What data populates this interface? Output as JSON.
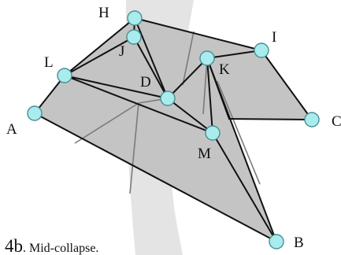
{
  "figure": {
    "caption_number": "4b",
    "caption_text": ". Mid-collapse."
  },
  "colors": {
    "band": "#e4e4e4",
    "face": "#c4c4c4",
    "edge": "#111111",
    "inner_edge": "#7a7a7a",
    "node_fill": "#a9ecee",
    "node_stroke": "#4a8f93"
  },
  "vertices": [
    {
      "id": "H",
      "label": "H"
    },
    {
      "id": "J",
      "label": "J"
    },
    {
      "id": "I",
      "label": "I"
    },
    {
      "id": "K",
      "label": "K"
    },
    {
      "id": "L",
      "label": "L"
    },
    {
      "id": "D",
      "label": "D"
    },
    {
      "id": "A",
      "label": "A"
    },
    {
      "id": "M",
      "label": "M"
    },
    {
      "id": "C",
      "label": "C"
    },
    {
      "id": "B",
      "label": "B"
    }
  ],
  "edges": [
    [
      "H",
      "I"
    ],
    [
      "I",
      "C"
    ],
    [
      "C",
      "G1"
    ],
    [
      "G1",
      "K"
    ],
    [
      "H",
      "J"
    ],
    [
      "H",
      "L"
    ],
    [
      "J",
      "L"
    ],
    [
      "L",
      "A"
    ],
    [
      "A",
      "B"
    ],
    [
      "L",
      "D"
    ],
    [
      "L",
      "M"
    ],
    [
      "J",
      "D"
    ],
    [
      "H",
      "D"
    ],
    [
      "D",
      "K"
    ],
    [
      "K",
      "I"
    ],
    [
      "D",
      "M"
    ],
    [
      "K",
      "M"
    ],
    [
      "K",
      "B"
    ],
    [
      "M",
      "B"
    ]
  ]
}
